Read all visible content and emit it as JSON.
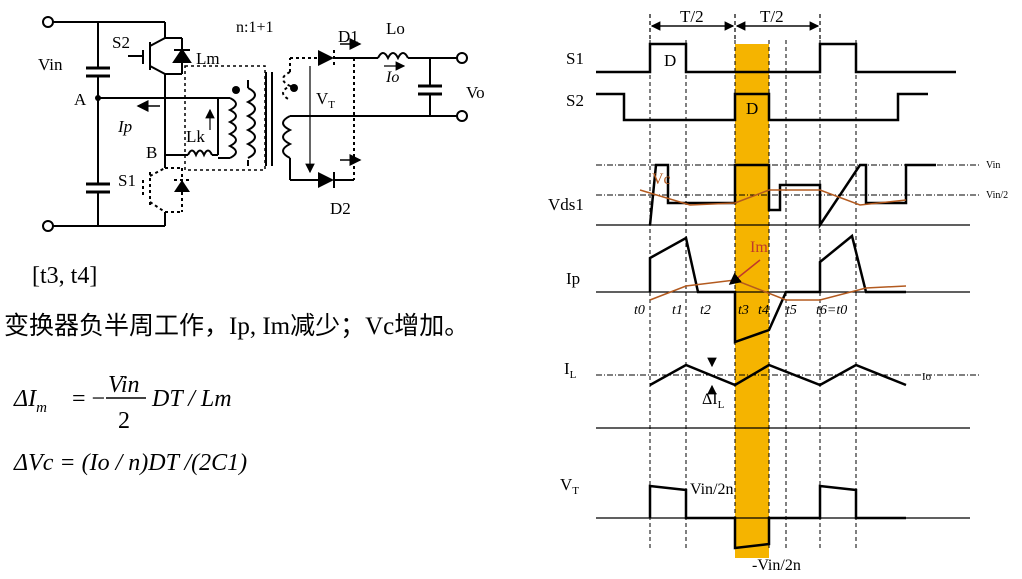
{
  "circuit": {
    "vin": "Vin",
    "node_a": "A",
    "node_b": "B",
    "s1": "S1",
    "s2": "S2",
    "lm": "Lm",
    "lk": "Lk",
    "ip": "Ip",
    "ratio": "n:1+1",
    "d1": "D1",
    "d2": "D2",
    "lo": "Lo",
    "io": "Io",
    "vt": "V",
    "vt_sub": "T",
    "vo": "Vo"
  },
  "text": {
    "interval": "[t3, t4]",
    "description": "变换器负半周工作，Ip, Im减少；Vc增加。",
    "eq1_lhs": "ΔI",
    "eq1_lhs_sub": "m",
    "eq1_eq": "= −",
    "eq1_num": "Vin",
    "eq1_den": "2",
    "eq1_rhs": "DT / Lm",
    "eq2": "ΔVc = (Io / n)DT /(2C1)"
  },
  "waveforms": {
    "half_period": "T/2",
    "s1": "S1",
    "s2": "S2",
    "duty": "D",
    "vds1": "Vds1",
    "vc": "Vc",
    "vin": "Vin",
    "vin_half": "Vin/2",
    "ip": "Ip",
    "im": "Im",
    "il": "I",
    "il_sub": "L",
    "io": "Io",
    "delta_il": "ΔI",
    "delta_il_sub": "L",
    "vt": "V",
    "vt_sub": "T",
    "vt_pos": "Vin/2n",
    "vt_neg": "-Vin/2n",
    "time_labels": [
      "t0",
      "t1",
      "t2",
      "t3",
      "t4",
      "t5",
      "t6=t0"
    ]
  },
  "colors": {
    "highlight": "#f5b400",
    "accent_red": "#c0392b",
    "accent_brown": "#b35a1f"
  }
}
